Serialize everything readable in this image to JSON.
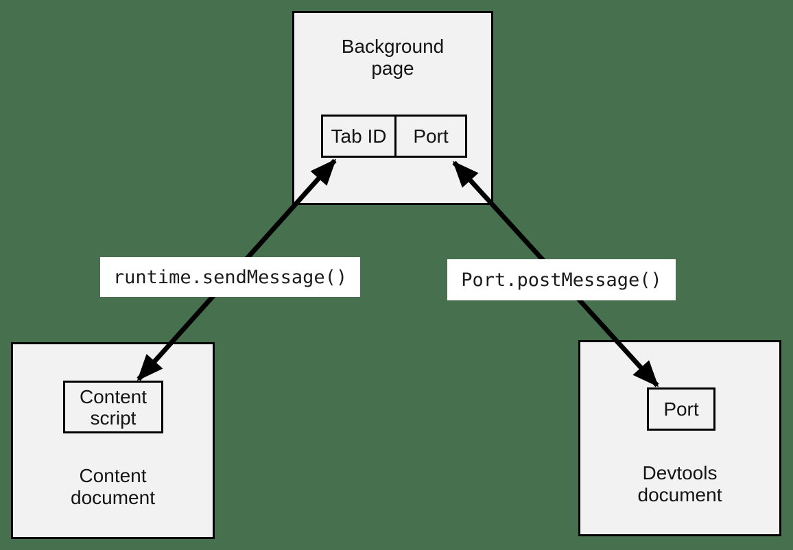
{
  "colors": {
    "background": "#47704E",
    "box_fill": "#F2F2F2",
    "box_border": "#000000",
    "label_bg": "#FFFFFF",
    "text": "#141414",
    "arrow": "#000000"
  },
  "nodes": {
    "background_page": {
      "title_line1": "Background",
      "title_line2": "page",
      "tab_id_cell": "Tab ID",
      "port_cell": "Port"
    },
    "content_document": {
      "title_line1": "Content",
      "title_line2": "document",
      "content_script_line1": "Content",
      "content_script_line2": "script"
    },
    "devtools_document": {
      "title_line1": "Devtools",
      "title_line2": "document",
      "port_box": "Port"
    }
  },
  "edges": {
    "content_to_background": {
      "label": "runtime.sendMessage()"
    },
    "devtools_to_background": {
      "label": "Port.postMessage()"
    }
  }
}
